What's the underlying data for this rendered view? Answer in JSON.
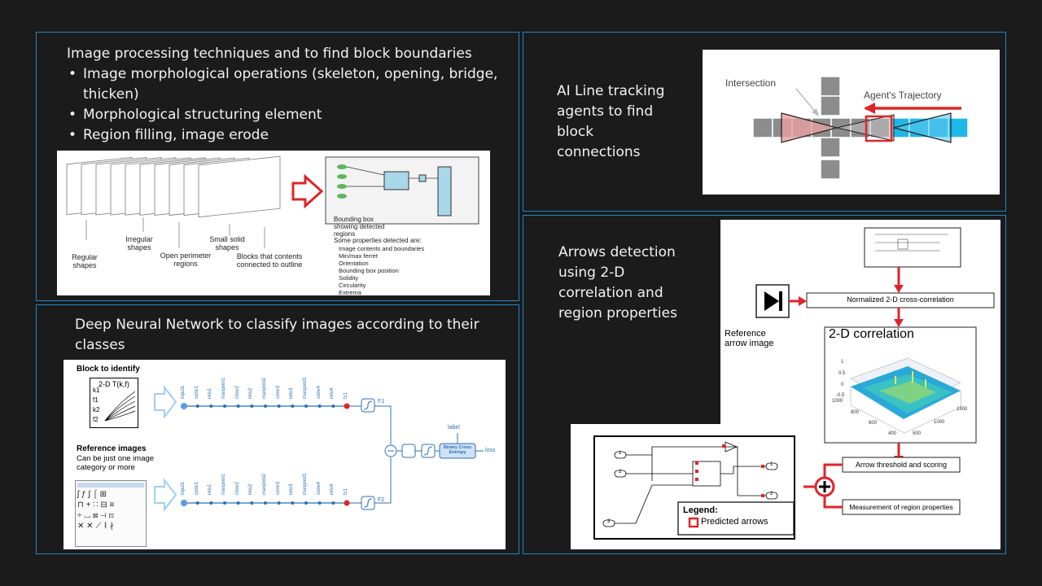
{
  "panel1": {
    "heading": "Image processing techniques and to find block boundaries",
    "bullets": [
      "Image morphological operations (skeleton, opening, bridge, thicken)",
      "Morphological structuring element",
      "Region filling, image erode"
    ],
    "labels": {
      "regular": "Regular shapes",
      "irregular": "Irregular shapes",
      "open_perimeter": "Open perimeter regions",
      "small_solid": "Small solid shapes",
      "blocks_connected": "Blocks that contents connected to outline",
      "bbox_caption": "Bounding box showing detected regions",
      "props_title": "Some properties detected are:",
      "props": [
        "Image contents and boundaries",
        "Min/max ferret",
        "Orientation",
        "Bounding box position",
        "Solidity",
        "Circularity",
        "Extrema"
      ]
    }
  },
  "panel2": {
    "text": "AI Line tracking agents to find block connections",
    "intersection": "Intersection",
    "trajectory": "Agent's Trajectory"
  },
  "panel3": {
    "heading": "Deep Neural Network to classify images according to their classes",
    "block_title": "Block to identify",
    "block_fn": "2-D T(k,f)",
    "ports": [
      "k1",
      "f1",
      "k2",
      "f2"
    ],
    "ref_title": "Reference images",
    "ref_sub": "Can be just one image category or more",
    "layers": [
      "input1",
      "conv1",
      "relu1",
      "maxpool1",
      "conv2",
      "relu2",
      "maxpool2",
      "conv3",
      "relu3",
      "maxpool3",
      "conv4",
      "relu4",
      "fc1"
    ],
    "f1": "F1",
    "f2": "F2",
    "label": "label",
    "bce": "Binary Cross Entropy",
    "loss": "loss"
  },
  "panel4": {
    "text": "Arrows detection using 2-D correlation and region properties",
    "norm": "Normalized 2-D cross-correlation",
    "ref_arrow": "Reference arrow image",
    "corr_title": "2-D correlation",
    "z_ticks": [
      "1",
      "0.5",
      "0",
      "-0.5"
    ],
    "x_ticks": [
      "1000",
      "800",
      "600",
      "400"
    ],
    "y_ticks": [
      "500",
      "1000",
      "1500"
    ],
    "threshold": "Arrow threshold and scoring",
    "measure": "Measurement of region properties",
    "legend_title": "Legend:",
    "legend_item": "Predicted arrows",
    "port_labels": [
      "1",
      "2",
      "3",
      "1",
      "2"
    ]
  },
  "colors": {
    "border": "#1e86c8",
    "red": "#e0242a",
    "accent_blue": "#9fd0f0"
  }
}
